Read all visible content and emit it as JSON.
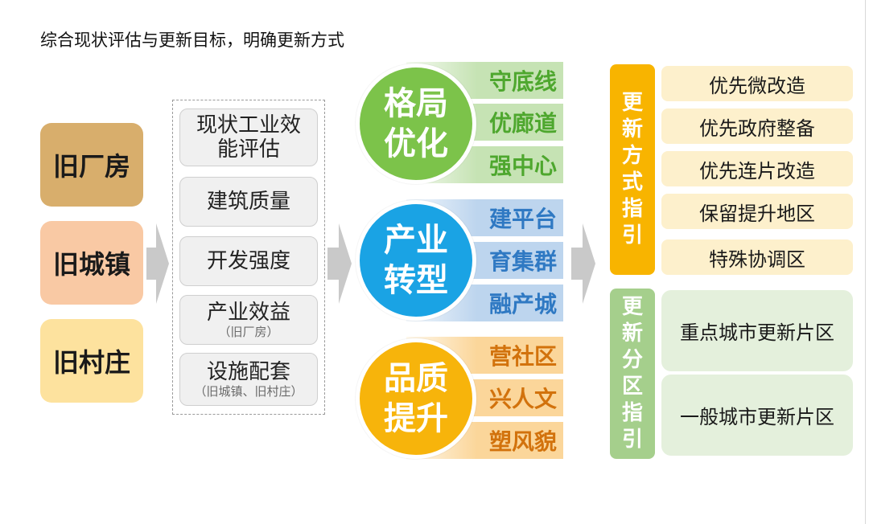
{
  "title": "综合现状评估与更新目标，明确更新方式",
  "categories": [
    "旧厂房",
    "旧城镇",
    "旧村庄"
  ],
  "evaluation": [
    {
      "label": "现状工业效能评估",
      "line1": "现状工业效",
      "line2": "能评估"
    },
    {
      "label": "建筑质量"
    },
    {
      "label": "开发强度"
    },
    {
      "label": "产业效益",
      "note": "（旧厂房）"
    },
    {
      "label": "设施配套",
      "note": "（旧城镇、旧村庄）"
    }
  ],
  "goals": [
    {
      "line1": "格局",
      "line2": "优化",
      "items": [
        "守底线",
        "优廊道",
        "强中心"
      ]
    },
    {
      "line1": "产业",
      "line2": "转型",
      "items": [
        "建平台",
        "育集群",
        "融产城"
      ]
    },
    {
      "line1": "品质",
      "line2": "提升",
      "items": [
        "营社区",
        "兴人文",
        "塑风貌"
      ]
    }
  ],
  "methods": {
    "label": [
      "更",
      "新",
      "方",
      "式",
      "指",
      "引"
    ],
    "items": [
      "优先微改造",
      "优先政府整备",
      "优先连片改造",
      "保留提升地区",
      "特殊协调区"
    ]
  },
  "zones": {
    "label": [
      "更",
      "新",
      "分",
      "区",
      "指",
      "引"
    ],
    "items": [
      "重点城市更新片区",
      "一般城市更新片区"
    ]
  },
  "colors": {
    "cat1": "#d8ae6c",
    "cat2": "#f9c9a4",
    "cat3": "#fde29e",
    "green": "#7cc34a",
    "blue": "#1aa3e4",
    "orange": "#f7b40b",
    "methods": "#f8b400",
    "zones": "#a5cf8c",
    "arrow": "#c9c9c9"
  }
}
